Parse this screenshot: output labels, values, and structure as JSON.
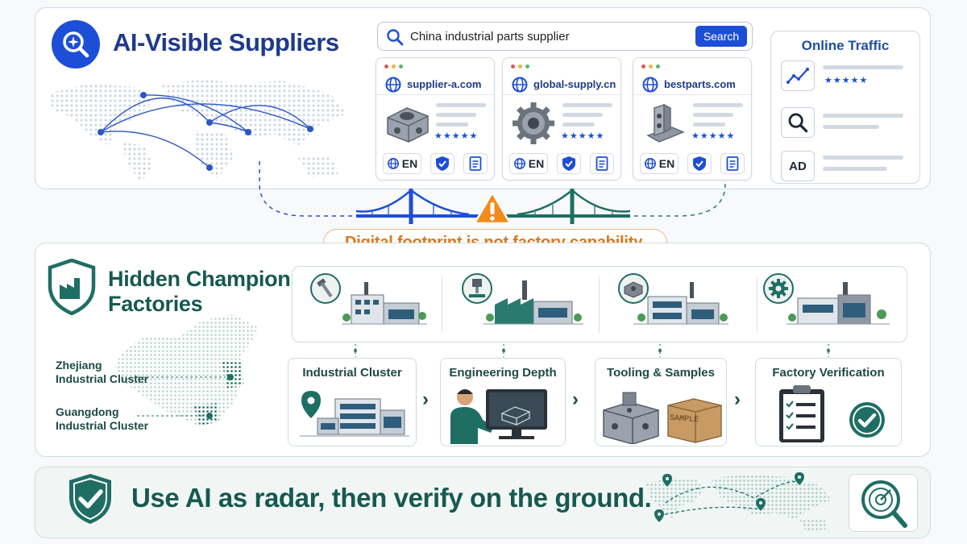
{
  "top": {
    "title": "AI-Visible Suppliers",
    "search": {
      "query": "China industrial parts supplier",
      "button": "Search"
    },
    "results": [
      {
        "domain": "supplier-a.com",
        "rating": "★★★★★",
        "lang": "EN"
      },
      {
        "domain": "global-supply.cn",
        "rating": "★★★★★",
        "lang": "EN"
      },
      {
        "domain": "bestparts.com",
        "rating": "★★★★★",
        "lang": "EN"
      }
    ],
    "traffic": {
      "title": "Online Traffic",
      "rating": "★★★★★",
      "ad_label": "AD"
    }
  },
  "warning": "Digital footprint is not factory capability.",
  "middle": {
    "title_line1": "Hidden Champion",
    "title_line2": "Factories",
    "clusters": [
      {
        "line1": "Zhejiang",
        "line2": "Industrial Cluster"
      },
      {
        "line1": "Guangdong",
        "line2": "Industrial Cluster"
      }
    ],
    "steps": [
      "Industrial Cluster",
      "Engineering Depth",
      "Tooling & Samples",
      "Factory Verification"
    ],
    "sample_label": "SAMPLE"
  },
  "bottom": {
    "slogan": "Use AI as radar, then verify on the ground."
  },
  "colors": {
    "blue": "#1d4ed8",
    "navy": "#1f3a8a",
    "teal": "#17594f",
    "orange": "#d9771b"
  },
  "icons": [
    "magnifier-logo-icon",
    "world-map",
    "globe-icon",
    "shield-check-icon",
    "document-icon",
    "trend-chart-icon",
    "search-icon",
    "warning-icon",
    "bridge-icon",
    "factory-shield-icon",
    "bolt-icon",
    "cnc-machine-icon",
    "metal-block-icon",
    "gear-icon",
    "factory-icon",
    "location-pin-icon",
    "engineer-icon",
    "sample-box-icon",
    "clipboard-checklist-icon",
    "check-circle-icon",
    "radar-icon"
  ]
}
